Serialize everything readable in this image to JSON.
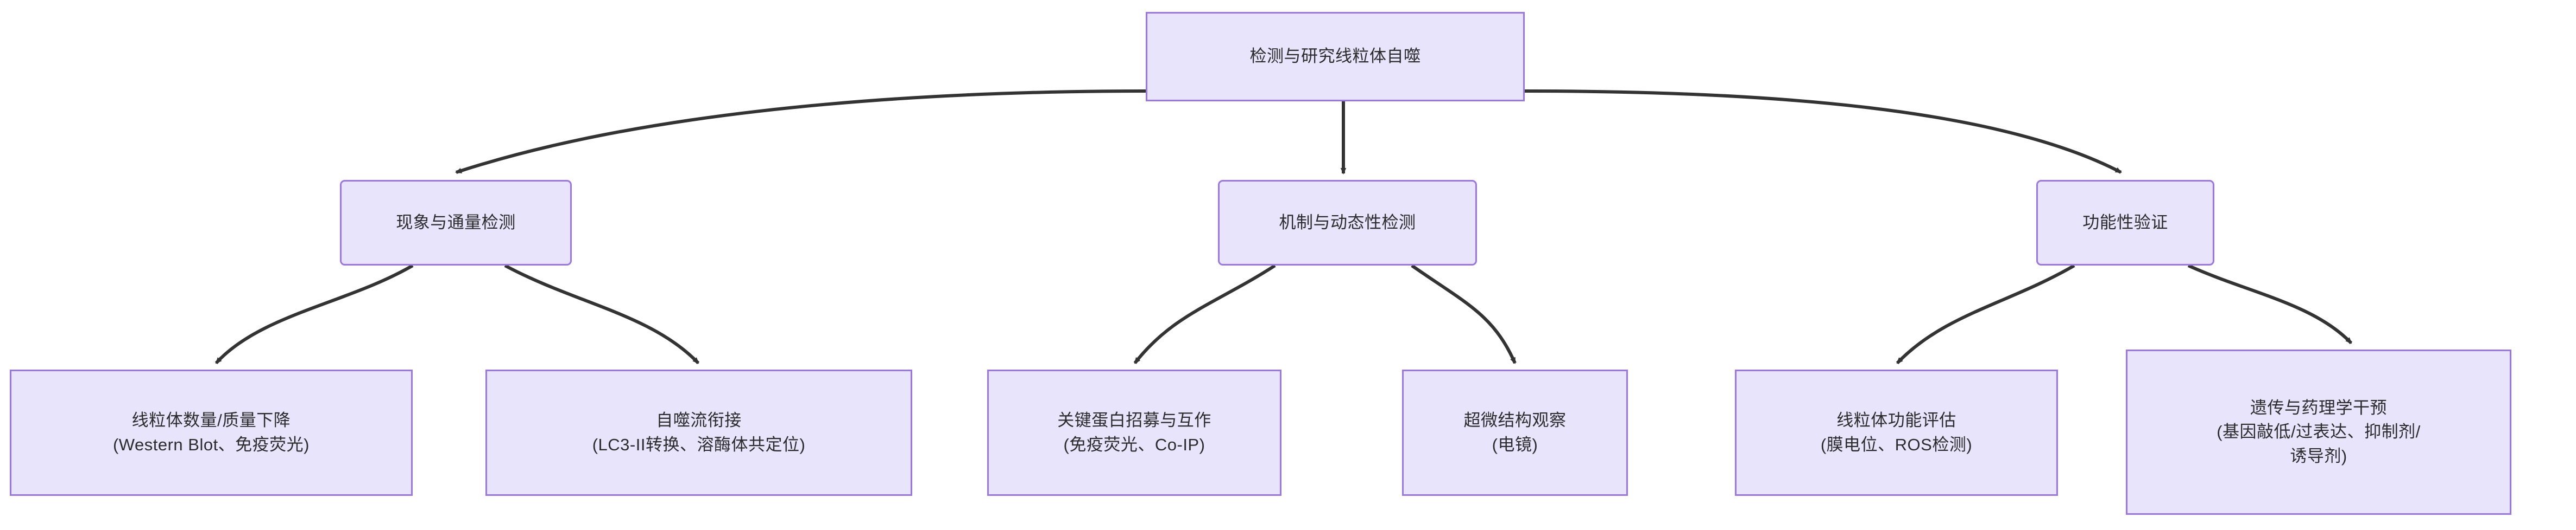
{
  "diagram": {
    "type": "flowchart",
    "direction": "top-down",
    "title_node": "检测与研究线粒体自噬",
    "theme": {
      "node_fill": "#e8e4fb",
      "node_border": "#9a76e8",
      "edge_color": "#333333",
      "text_color": "#2b2b2b",
      "background": "#ffffff"
    },
    "nodes": {
      "root": {
        "id": "root",
        "label": "检测与研究线粒体自噬",
        "shape": "rect"
      },
      "branch1": {
        "id": "branch1",
        "label": "现象与通量检测",
        "shape": "rounded-rect"
      },
      "branch2": {
        "id": "branch2",
        "label": "机制与动态性检测",
        "shape": "rounded-rect"
      },
      "branch3": {
        "id": "branch3",
        "label": "功能性验证",
        "shape": "rounded-rect"
      },
      "leaf1": {
        "id": "leaf1",
        "label": "线粒体数量/质量下降\n(Western Blot、免疫荧光)",
        "shape": "rect"
      },
      "leaf2": {
        "id": "leaf2",
        "label": "自噬流衔接\n(LC3-II转换、溶酶体共定位)",
        "shape": "rect"
      },
      "leaf3": {
        "id": "leaf3",
        "label": "关键蛋白招募与互作\n(免疫荧光、Co-IP)",
        "shape": "rect"
      },
      "leaf4": {
        "id": "leaf4",
        "label": "超微结构观察\n(电镜)",
        "shape": "rect"
      },
      "leaf5": {
        "id": "leaf5",
        "label": "线粒体功能评估\n(膜电位、ROS检测)",
        "shape": "rect"
      },
      "leaf6": {
        "id": "leaf6",
        "label": "遗传与药理学干预\n(基因敲低/过表达、抑制剂/\n诱导剂)",
        "shape": "rect"
      }
    },
    "edges": [
      {
        "from": "root",
        "to": "branch1",
        "arrow": "triangle"
      },
      {
        "from": "root",
        "to": "branch2",
        "arrow": "triangle"
      },
      {
        "from": "root",
        "to": "branch3",
        "arrow": "triangle"
      },
      {
        "from": "branch1",
        "to": "leaf1",
        "arrow": "triangle"
      },
      {
        "from": "branch1",
        "to": "leaf2",
        "arrow": "triangle"
      },
      {
        "from": "branch2",
        "to": "leaf3",
        "arrow": "triangle"
      },
      {
        "from": "branch2",
        "to": "leaf4",
        "arrow": "triangle"
      },
      {
        "from": "branch3",
        "to": "leaf5",
        "arrow": "triangle"
      },
      {
        "from": "branch3",
        "to": "leaf6",
        "arrow": "triangle"
      }
    ]
  }
}
